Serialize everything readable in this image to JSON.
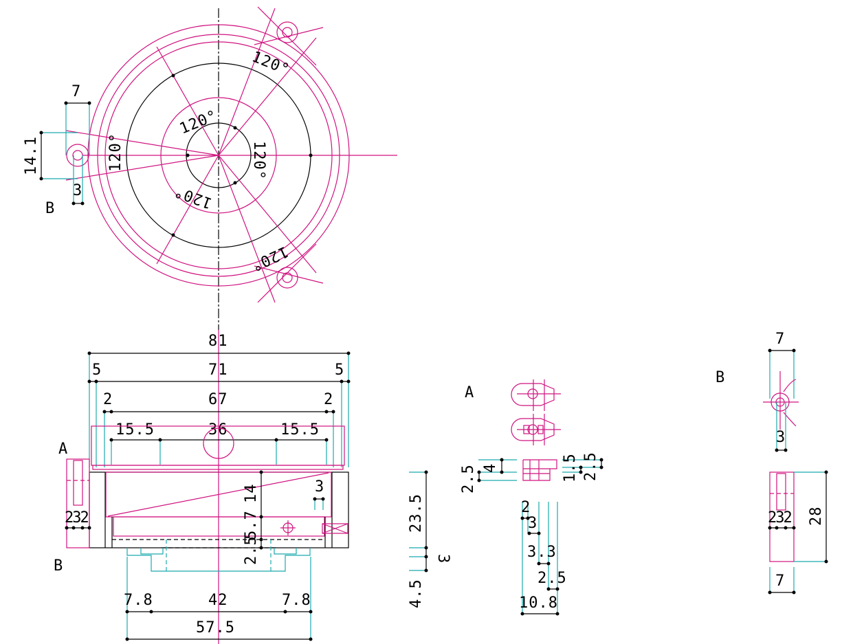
{
  "colors": {
    "geometry": "#d0137f",
    "extension": "#1aa9ad",
    "dimension": "#000000"
  },
  "top_view": {
    "lug_width": "7",
    "lug_height": "14.1",
    "lug_hole": "3",
    "view_label": "B",
    "angles": [
      "120°",
      "120°",
      "120°",
      "120°",
      "120°",
      "120°"
    ]
  },
  "front_view": {
    "overall": "81",
    "margin_left": "5",
    "body": "71",
    "margin_right": "5",
    "step_left": "2",
    "inner": "67",
    "step_right": "2",
    "offset_left": "15.5",
    "bore": "36",
    "offset_right": "15.5",
    "label_a": "A",
    "label_b": "B",
    "height_upper": "14",
    "slot": "3",
    "lug_dims": "232",
    "height_mid": "5.7",
    "height_low": "2.5",
    "base_left": "7.8",
    "base_center": "42",
    "base_right": "7.8",
    "base_total": "57.5"
  },
  "side_dims": {
    "total": "23.5",
    "gap": "3",
    "bottom": "4.5"
  },
  "detail_a": {
    "label": "A",
    "h_left": "2.5",
    "h_left2": "4",
    "h_right": "1.5",
    "h_right2": "2.5",
    "w1": "2",
    "w2": "3",
    "w3": "3.3",
    "w4": "2.5",
    "w_total": "10.8"
  },
  "detail_b": {
    "label": "B",
    "width_top": "7",
    "hole": "3",
    "lug_dims": "232",
    "height": "28",
    "width_bottom": "7"
  }
}
